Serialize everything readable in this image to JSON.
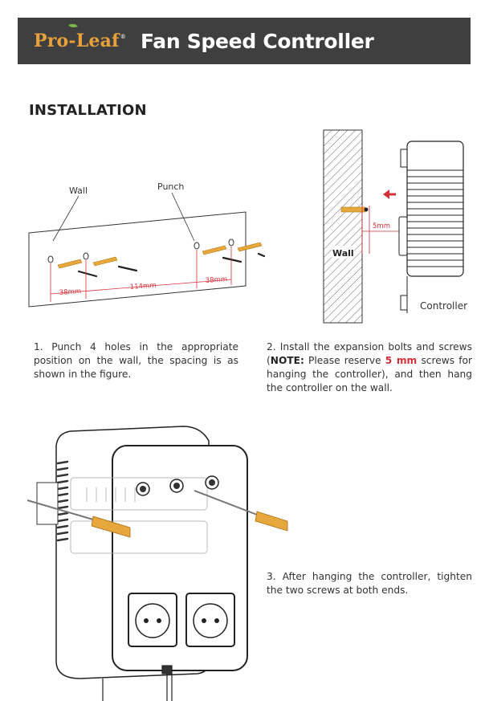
{
  "header": {
    "brand_logo": "Pro-Leaf",
    "title": "Fan Speed Controller"
  },
  "section": {
    "heading": "INSTALLATION"
  },
  "figure1": {
    "label_wall": "Wall",
    "label_punch": "Punch",
    "dim_left": "38mm",
    "dim_middle": "114mm",
    "dim_right": "38mm"
  },
  "figure2": {
    "label_wall": "Wall",
    "label_gap": "5mm",
    "label_controller": "Controller"
  },
  "steps": {
    "step1": "1. Punch 4 holes in the appropriate position on the wall, the spacing is as shown in the figure.",
    "step2_pre": "2. Install the expansion bolts and screws (",
    "step2_note": "NOTE:",
    "step2_mid": " Please reserve ",
    "step2_highlight": "5 mm",
    "step2_post": " screws for hanging the controller), and then hang the controller on the wall.",
    "step3": "3. After hanging the controller, tighten the two screws at both ends."
  },
  "colors": {
    "header_bg": "#3f3f3f",
    "brand": "#e8a23c",
    "dimension": "#d5303a",
    "bolt": "#e6a73c"
  }
}
